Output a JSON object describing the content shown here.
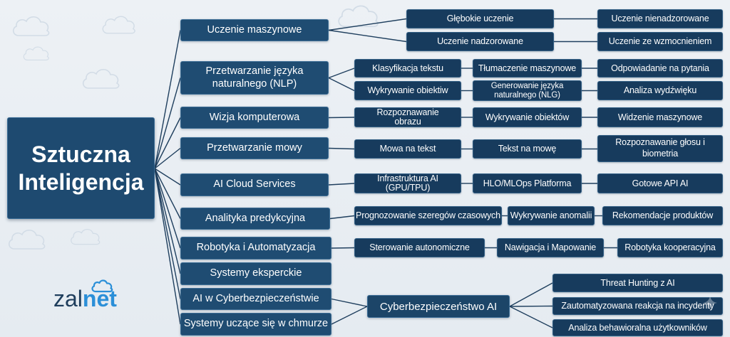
{
  "root": {
    "label": "Sztuczna Inteligencja"
  },
  "logo": {
    "part1": "zal",
    "part2": "net",
    "icon": "cloud-icon"
  },
  "branches": [
    {
      "label": "Uczenie maszynowe",
      "chains": [
        [
          "Głębokie uczenie",
          "Uczenie nienadzorowane"
        ],
        [
          "Uczenie nadzorowane",
          "Uczenie ze wzmocnieniem"
        ]
      ]
    },
    {
      "label": "Przetwarzanie języka naturalnego (NLP)",
      "chains": [
        [
          "Klasyfikacja tekstu",
          "Tłumaczenie maszynowe",
          "Odpowiadanie na pytania"
        ],
        [
          "Wykrywanie obiektiw",
          "Generowanie języka naturalnego (NLG)",
          "Analiza wydźwięku"
        ]
      ]
    },
    {
      "label": "Wizja komputerowa",
      "chains": [
        [
          "Rozpoznawanie obrazu",
          "Wykrywanie obiektów",
          "Widzenie maszynowe"
        ]
      ]
    },
    {
      "label": "Przetwarzanie mowy",
      "chains": [
        [
          "Mowa na tekst",
          "Tekst na mowę",
          "Rozpoznawanie głosu i biometria"
        ]
      ]
    },
    {
      "label": "AI Cloud Services",
      "chains": [
        [
          "Infrastruktura AI (GPU/TPU)",
          "HLO/MLOps Platforma",
          "Gotowe API AI"
        ]
      ]
    },
    {
      "label": "Analityka predykcyjna",
      "chains": [
        [
          "Prognozowanie szeregów czasowych",
          "Wykrywanie anomalii",
          "Rekomendacje produktów"
        ]
      ]
    },
    {
      "label": "Robotyka i Automatyzacja",
      "chains": [
        [
          "Sterowanie autonomiczne",
          "Nawigacja i Mapowanie",
          "Robotyka kooperacyjna"
        ]
      ]
    },
    {
      "label": "Systemy eksperckie",
      "chains": []
    },
    {
      "label": "AI w Cyberbezpieczeństwie",
      "chains": []
    },
    {
      "label": "Systemy uczące się w chmurze",
      "chains": []
    }
  ],
  "shared_node": {
    "label": "Cyberbezpieczeństwo AI",
    "children": [
      "Threat Hunting z AI",
      "Zautomatyzowana reakcja na incydenty",
      "Analiza behawioralna użytkowników"
    ]
  },
  "decorations": {
    "background_icon": "cloud-outline-icon",
    "watermark_icon": "sparkle-icon"
  },
  "colors": {
    "background": "#e8eef3",
    "node": "#1f4c72",
    "node_dark": "#173b5d",
    "connector": "#1f3f5e",
    "text": "#ffffff",
    "logo_dark": "#1e3d5c",
    "logo_accent": "#2b8fd8"
  }
}
